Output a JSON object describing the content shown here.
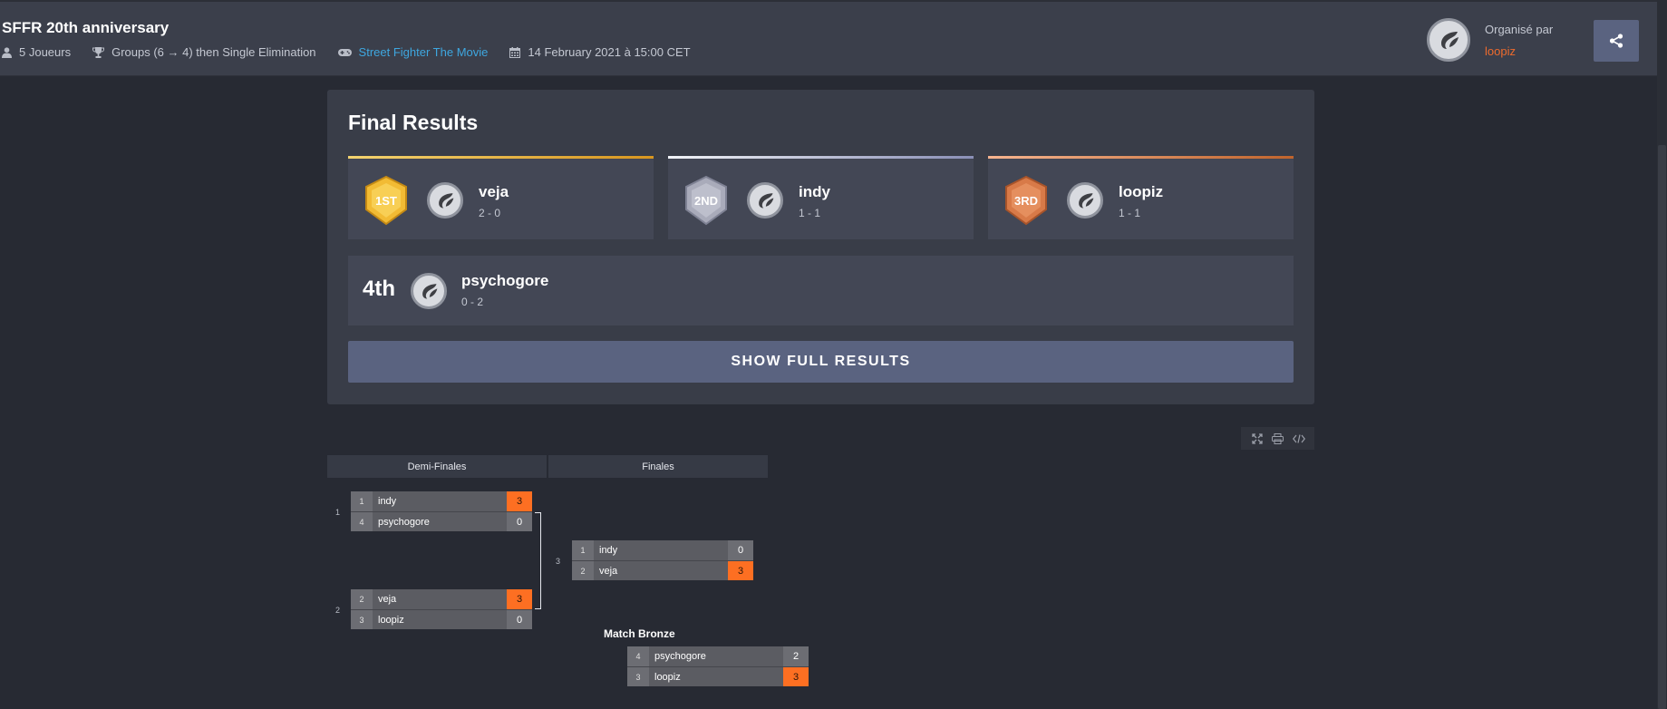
{
  "header": {
    "title": "SFFR 20th anniversary",
    "players": "5 Joueurs",
    "format": "Groups (6 → 4) then Single Elimination",
    "game": "Street Fighter The Movie",
    "date": "14 February 2021 à 15:00 CET",
    "organizer_label": "Organisé par",
    "organizer_name": "loopiz",
    "share_icon": "share-icon"
  },
  "results": {
    "title": "Final Results",
    "podium": [
      {
        "rank_badge": "1ST",
        "name": "veja",
        "score": "2 - 0",
        "color": "#e3a628"
      },
      {
        "rank_badge": "2ND",
        "name": "indy",
        "score": "1 - 1",
        "color": "#9c9fb0"
      },
      {
        "rank_badge": "3RD",
        "name": "loopiz",
        "score": "1 - 1",
        "color": "#d07445"
      }
    ],
    "fourth": {
      "rank": "4th",
      "name": "psychogore",
      "score": "0 - 2"
    },
    "show_full_label": "SHOW FULL RESULTS"
  },
  "toolbar": {
    "icons": [
      "fullscreen-icon",
      "print-icon",
      "embed-code-icon"
    ]
  },
  "bracket": {
    "rounds": [
      "Demi-Finales",
      "Finales"
    ],
    "semis": [
      {
        "match": "1",
        "slots": [
          {
            "seed": "1",
            "name": "indy",
            "score": "3",
            "win": true
          },
          {
            "seed": "4",
            "name": "psychogore",
            "score": "0",
            "win": false
          }
        ]
      },
      {
        "match": "2",
        "slots": [
          {
            "seed": "2",
            "name": "veja",
            "score": "3",
            "win": true
          },
          {
            "seed": "3",
            "name": "loopiz",
            "score": "0",
            "win": false
          }
        ]
      }
    ],
    "final": {
      "match": "3",
      "slots": [
        {
          "seed": "1",
          "name": "indy",
          "score": "0",
          "win": false
        },
        {
          "seed": "2",
          "name": "veja",
          "score": "3",
          "win": true
        }
      ]
    },
    "bronze": {
      "title": "Match Bronze",
      "slots": [
        {
          "seed": "4",
          "name": "psychogore",
          "score": "2",
          "win": false
        },
        {
          "seed": "3",
          "name": "loopiz",
          "score": "3",
          "win": true
        }
      ]
    }
  },
  "colors": {
    "accent": "#fd6f22",
    "link": "#3ea7e0",
    "button": "#5a6380"
  }
}
